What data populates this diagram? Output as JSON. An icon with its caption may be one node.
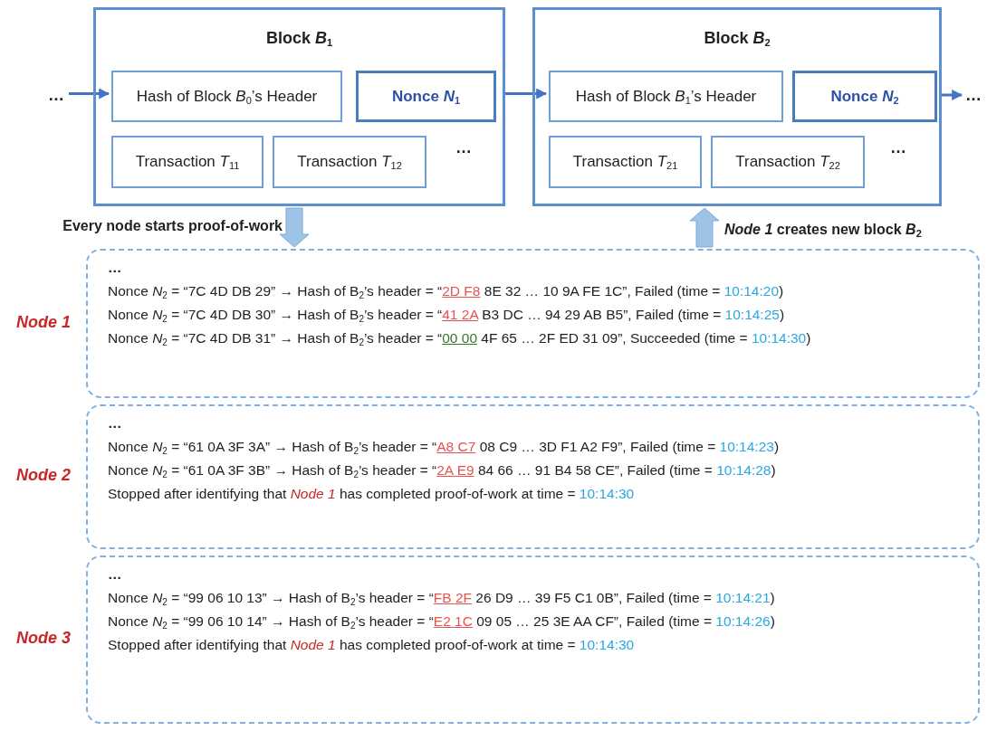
{
  "diagram": {
    "nodes": [
      {
        "text": [
          "…"
        ]
      },
      {
        "text": [
          "Block *B*$_{1}$"
        ]
      },
      {
        "text": [
          "Hash of Block *B*$_{0}$’s Header"
        ],
        "in": 1
      },
      {
        "text": [
          "Nonce *N*$_{1}$"
        ],
        "in": 1
      },
      {
        "text": [
          "Transaction *T*$_{11}$"
        ],
        "in": 1
      },
      {
        "text": [
          "Transaction *T*$_{12}$"
        ],
        "in": 1
      },
      {
        "text": [
          "Block *B*$_{2}$"
        ]
      },
      {
        "text": [
          "Hash of Block *B*$_{1}$’s Header"
        ],
        "in": 6
      },
      {
        "text": [
          "Nonce *N*$_{2}$"
        ],
        "in": 6
      },
      {
        "text": [
          "Transaction *T*$_{21}$"
        ],
        "in": 6
      },
      {
        "text": [
          "Transaction *T*$_{22}$"
        ],
        "in": 6
      },
      {
        "text": [
          "…"
        ]
      },
      {
        "text": [
          "…",
          "Nonce *N*$_{2}$ = “7C 4D DB 29” → Hash of B$_{2}$’s header = “",
          "2D F8",
          "8E 32 … 10 9A FE 1C”, Failed (time =",
          "10:14:20",
          ")",
          "Nonce *N*$_{2}$ = “7C 4D DB 30” → Hash of B$_{2}$’s header = “",
          "41 2A",
          "B3 DC … 94 29 AB B5”, Failed (time =",
          "10:14:25",
          ")",
          "Nonce *N*$_{2}$ = “7C 4D DB 31” → Hash of B$_{2}$’s header = “",
          "00 00",
          "4F 65 … 2F ED 31 09”, Succeeded (time =",
          "10:14:30",
          ")"
        ],
        "beside": [
          "Node 1"
        ]
      },
      {
        "text": [
          "…",
          "Nonce *N*$_{2}$ = “61 0A 3F 3A” → Hash of B$_{2}$’s header = “",
          "A8 C7",
          "08 C9 … 3D F1 A2 F9”, Failed (time =",
          "10:14:23",
          ")",
          "Nonce *N*$_{2}$ = “61 0A 3F 3B” → Hash of B$_{2}$’s header = “",
          "2A E9",
          "84 66 … 91 B4 58 CE”, Failed (time =",
          "10:14:28",
          ")",
          "Stopped after identifying that *Node 1* has completed proof-of-work at time =",
          "10:14:30"
        ],
        "beside": [
          "Node 2"
        ]
      },
      {
        "text": [
          "…",
          "Nonce *N*$_{2}$ = “99 06 10 13” → Hash of B$_{2}$’s header = “",
          "FB 2F",
          "26 D9 … 39 F5 C1 0B”, Failed (time =",
          "10:14:21",
          ")",
          "Nonce *N*$_{2}$ = “99 06 10 14” → Hash of B$_{2}$’s header = “",
          "E2 1C",
          "09 05 … 25 3E AA CF”, Failed (time =",
          "10:14:26",
          ")",
          "Stopped after identifying that *Node 1* has completed proof-of-work at time =",
          "10:14:30"
        ],
        "beside": [
          "Node 3"
        ]
      }
    ],
    "edges": [
      {
        "from": 0,
        "to": 2,
        "arrow": "to"
      },
      {
        "from": 1,
        "to": 7,
        "arrow": "to"
      },
      {
        "from": 6,
        "to": 11,
        "arrow": "to"
      },
      {
        "from": 1,
        "to": 12,
        "arrow": "to",
        "label": "Every node starts proof-of-work",
        "style": "thick",
        "color": "#9dc3e6"
      },
      {
        "from": 12,
        "to": 6,
        "arrow": "to",
        "label": "*Node 1* creates new block *B*$_{2}$",
        "style": "thick",
        "color": "#9dc3e6"
      }
    ],
    "labels": [
      "…",
      "…"
    ]
  }
}
